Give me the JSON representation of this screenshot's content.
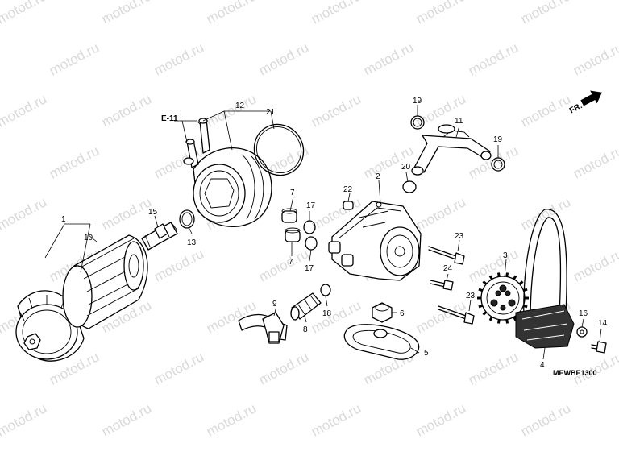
{
  "diagram": {
    "watermark": "motod.ru",
    "ref_label": "E-11",
    "direction_label": "FR.",
    "drawing_code": "MEWBE1300",
    "callouts": [
      {
        "id": "n1",
        "text": "1"
      },
      {
        "id": "n2",
        "text": "2"
      },
      {
        "id": "n3",
        "text": "3"
      },
      {
        "id": "n4",
        "text": "4"
      },
      {
        "id": "n5",
        "text": "5"
      },
      {
        "id": "n6",
        "text": "6"
      },
      {
        "id": "n7a",
        "text": "7"
      },
      {
        "id": "n7b",
        "text": "7"
      },
      {
        "id": "n8",
        "text": "8"
      },
      {
        "id": "n9",
        "text": "9"
      },
      {
        "id": "n10",
        "text": "10"
      },
      {
        "id": "n11",
        "text": "11"
      },
      {
        "id": "n12",
        "text": "12"
      },
      {
        "id": "n13",
        "text": "13"
      },
      {
        "id": "n14",
        "text": "14"
      },
      {
        "id": "n15",
        "text": "15"
      },
      {
        "id": "n16",
        "text": "16"
      },
      {
        "id": "n17a",
        "text": "17"
      },
      {
        "id": "n17b",
        "text": "17"
      },
      {
        "id": "n18",
        "text": "18"
      },
      {
        "id": "n19a",
        "text": "19"
      },
      {
        "id": "n19b",
        "text": "19"
      },
      {
        "id": "n20",
        "text": "20"
      },
      {
        "id": "n21",
        "text": "21"
      },
      {
        "id": "n22",
        "text": "22"
      },
      {
        "id": "n23a",
        "text": "23"
      },
      {
        "id": "n23b",
        "text": "23"
      },
      {
        "id": "n24",
        "text": "24"
      }
    ]
  }
}
